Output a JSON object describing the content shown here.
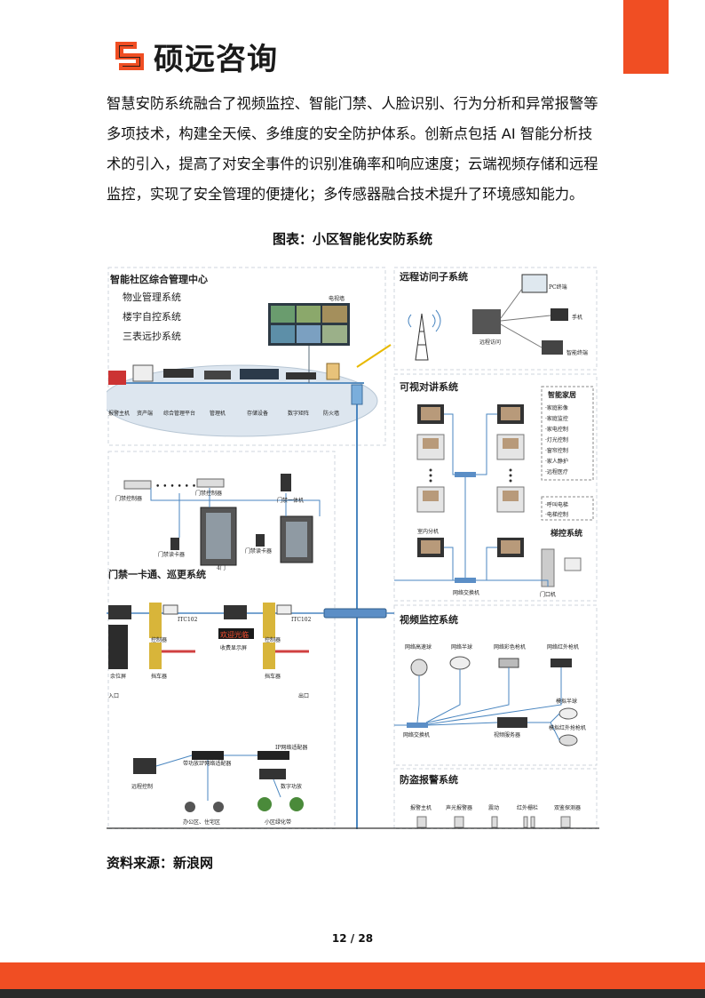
{
  "header": {
    "brand_name": "硕远咨询",
    "accent_color": "#f04e23"
  },
  "body": {
    "paragraph_lines": [
      "智慧安防系统融合了视频监控、智能门禁、人脸识别、行为分析和异常报警等",
      "多项技术，构建全天候、多维度的安全防护体系。创新点包括 AI 智能分析技",
      "术的引入，提高了对安全事件的识别准确率和响应速度；云端视频存储和远程",
      "监控，实现了安全管理的便捷化；多传感器融合技术提升了环境感知能力。"
    ],
    "figure_title": "图表：小区智能化安防系统",
    "source": "资料来源：新浪网"
  },
  "figure": {
    "center_title": "智能社区综合管理中心",
    "center_items": [
      "物业管理系统",
      "楼宇自控系统",
      "三表远抄系统"
    ],
    "center_devices": [
      "报警主机",
      "资产端",
      "综合管理平台",
      "管理机",
      "存储设备",
      "数字矩阵",
      "防火墙"
    ],
    "video_wall": "电视墙",
    "remote_title": "远程访问子系统",
    "remote_labels": [
      "PC终端",
      "手机",
      "远程访问",
      "智能终端"
    ],
    "intercom_title": "可视对讲系统",
    "smart_home_title": "智能家居",
    "smart_home_items": [
      "·家庭影像",
      "·家庭监控",
      "·家电控制",
      "·灯光控制",
      "·窗帘控制",
      "·家人静护",
      "·远程医疗"
    ],
    "call_items": [
      "·呼叫电梯",
      "·电梯控制"
    ],
    "elevator_title": "梯控系统",
    "intercom_labels": [
      "室内分机",
      "网络交换机",
      "门口机"
    ],
    "access_title": "门禁一卡通、巡更系统",
    "access_labels": [
      "门禁控制器",
      "门禁控制器",
      "门禁一体机",
      "门禁读卡器",
      "门禁读卡器",
      "4门"
    ],
    "parking_labels": [
      "控制器",
      "挡车器",
      "余位屏",
      "挡车器",
      "收费显示屏",
      "控制器",
      "入口",
      "出口",
      "ITC102",
      "ITC102"
    ],
    "led_text": "欢迎光临",
    "video_title": "视频监控系统",
    "video_labels": [
      "网络高速球",
      "网络半球",
      "网络彩色枪机",
      "网络红外枪机",
      "网络交换机",
      "视频服务器",
      "模拟半球",
      "模拟红外抢枪机"
    ],
    "alarm_title": "防盗报警系统",
    "alarm_labels": [
      "报警主机",
      "声光报警器",
      "震动",
      "红外栅栏",
      "双鉴探测器"
    ],
    "broadcast_labels": [
      "远程控制",
      "带功放IP网络适配器",
      "IP网络适配器",
      "数字功放",
      "办公区、住宅区",
      "小区绿化带"
    ]
  },
  "footer": {
    "page_number": "12 / 28"
  }
}
